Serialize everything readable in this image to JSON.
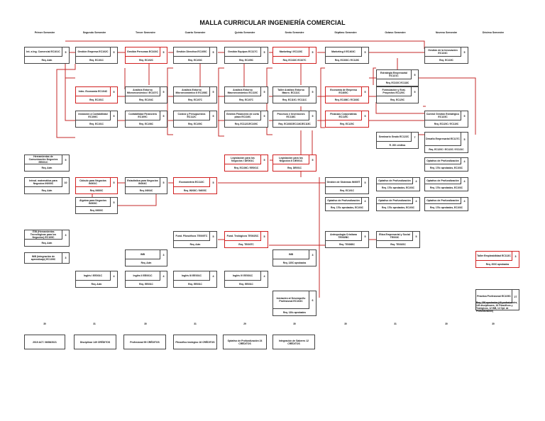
{
  "title": "MALLA CURRICULAR INGENIERÍA COMERCIAL",
  "semesters": [
    "Primer Semestre",
    "Segundo Semestre",
    "Tercer Semestre",
    "Cuarto Semestre",
    "Quinto Semestre",
    "Sexto Semestre",
    "Séptimo Semestre",
    "Octavo Semestre",
    "Noveno Semestre",
    "Décimo Semestre"
  ],
  "courses": [
    {
      "name": "Int. a Ing. Comercial EC101C",
      "credits": "5",
      "req": "Req. Adm",
      "red": false
    },
    {
      "name": "Gestión Empresa EC102C",
      "credits": "5",
      "req": "Req. EC101C",
      "red": false
    },
    {
      "name": "Gestión Personas EC103C",
      "credits": "5",
      "req": "Req. EC102C",
      "red": true
    },
    {
      "name": "Gestión Directiva EC105C",
      "credits": "5",
      "req": "Req. EC103C",
      "red": false
    },
    {
      "name": "Gestión Equipos EC117C",
      "credits": "5",
      "req": "Req. EC105C",
      "red": false
    },
    {
      "name": "Marketing I EC115C",
      "credits": "5",
      "req": "Req. EC102C EC107C",
      "red": true
    },
    {
      "name": "Marketing II EC403C",
      "credits": "5",
      "req": "Req. EC303C / EC115C",
      "red": false
    },
    {
      "name": "Gestión de la Innovación EC124C",
      "credits": "5",
      "req": "Req. EC119C",
      "red": false
    },
    {
      "name": "Estrategia Empresarial EC121C",
      "credits": "5",
      "req": "Req. EC102C EC118C",
      "red": false
    },
    {
      "name": "Intro. Economía EC104C",
      "credits": "5",
      "req": "Req. EC101C",
      "red": true
    },
    {
      "name": "Análisis Entorno Microeconómico I EC107C",
      "credits": "5",
      "req": "Req. EC104C",
      "red": false
    },
    {
      "name": "Análisis Entorno Microeconómico II EC108C",
      "credits": "5",
      "req": "Req. EC107C",
      "red": false
    },
    {
      "name": "Análisis Entorno Macroeconómico EC110C",
      "credits": "5",
      "req": "Req. EC107C",
      "red": false
    },
    {
      "name": "Taller Análisis Entorno Macro. EC111C",
      "credits": "5",
      "req": "Req. EC110C / EC111C",
      "red": false
    },
    {
      "name": "Economía de Empresa EC405C",
      "credits": "5",
      "req": "Req. EC406C / EC108C",
      "red": true
    },
    {
      "name": "Formulación y Eval. Proyectos EC120C",
      "credits": "5",
      "req": "Req. EC120C",
      "red": false
    },
    {
      "name": "Iniciación a Contabilidad EC106C",
      "credits": "5",
      "req": "Req. EC101C",
      "red": false
    },
    {
      "name": "Contabilidad Financiera EC109C",
      "credits": "5",
      "req": "Req. EC106C",
      "red": false
    },
    {
      "name": "Costos y Presupuestos EC112C",
      "credits": "5",
      "req": "Req. EC109C",
      "red": false
    },
    {
      "name": "Gestión Financiera de corto plazo EC116C",
      "credits": "5",
      "req": "Req. EC112C/EC109C",
      "red": false
    },
    {
      "name": "Procesos e Inversiones EC118C",
      "credits": "5",
      "req": "Req. EC108C/EC116C/EC115C",
      "red": false
    },
    {
      "name": "Finanzas Corporativas EC119C",
      "credits": "5",
      "req": "Req. EC120C",
      "red": true
    },
    {
      "name": "Control Gestión Estratégico EC123C",
      "credits": "5",
      "req": "Req. EC120C / EC119C",
      "red": false
    },
    {
      "name": "Seminario Grado EC122C",
      "credits": "7",
      "req": "R. 200 créditos",
      "red": false
    },
    {
      "name": "Desafío Empresarial EC127C",
      "credits": "5",
      "req": "Req. EC120C / EC122C / EC121C",
      "red": false
    },
    {
      "name": "Herramientas de Comunicación Negocios EE001C",
      "credits": "5",
      "req": "Req. Adm",
      "red": false
    },
    {
      "name": "Legislación para los Negocios I DE001C",
      "credits": "5",
      "req": "Req. EC106C / EE001C",
      "red": true
    },
    {
      "name": "Legislación para los Negocios II DE001C",
      "credits": "5",
      "req": "Req. DE001C",
      "red": true
    },
    {
      "name": "Optativo de Profundización",
      "credits": "4",
      "req": "Req. 170c aprobados, EC103C",
      "red": false
    },
    {
      "name": "Introd. matemática para Negocios IN000C",
      "credits": "10",
      "req": "Req. Adm",
      "red": false
    },
    {
      "name": "Cálculo para Negocios IN001C",
      "credits": "5",
      "req": "Req. IN000C",
      "red": true
    },
    {
      "name": "Estadística para Negocios IN004C",
      "credits": "5",
      "req": "Req. IN004C",
      "red": false
    },
    {
      "name": "Econometría EC113C",
      "credits": "5",
      "req": "Req. IN003C / IN005C",
      "red": true
    },
    {
      "name": "Gestión de Sistemas IN005T",
      "credits": "5",
      "req": "Req. EC101C",
      "red": false
    },
    {
      "name": "Optativo de Profundización",
      "credits": "4",
      "req": "Req. 170c aprobados, EC103C",
      "red": false
    },
    {
      "name": "Optativo de Profundización",
      "credits": "4",
      "req": "Req. 170c aprobados, EC103C",
      "red": false
    },
    {
      "name": "Álgebra para Negocios IN003C",
      "credits": "5",
      "req": "Req. IN000C",
      "red": false
    },
    {
      "name": "Optativo de Profundización",
      "credits": "4",
      "req": "Req. 170c aprobados, EC103C",
      "red": false
    },
    {
      "name": "Optativo de Profundización",
      "credits": "4",
      "req": "Req. 170c aprobados, EC103C",
      "red": false
    },
    {
      "name": "Optativo de Profundización",
      "credits": "4",
      "req": "Req. 170c aprobados, EC103C",
      "red": false
    },
    {
      "name": "ITIB (Herramientas Tecnológicas para los Negocios) EC109C",
      "credits": "3",
      "req": "Req. Adm",
      "red": false
    },
    {
      "name": "Fund. Filosóficos TE000TC",
      "credits": "5",
      "req": "Req. Adm",
      "red": false
    },
    {
      "name": "Fund. Teológicos TE002SC",
      "credits": "5",
      "req": "Req. TE000TC",
      "red": true
    },
    {
      "name": "Antropología Cristiana TE002BC",
      "credits": "5",
      "req": "Req. TE000BC",
      "red": false
    },
    {
      "name": "Ética Empresarial y Social TE003C",
      "credits": "5",
      "req": "Req. TE002SC",
      "red": false
    },
    {
      "name": "INB (integración de aprendizaje) EC109C",
      "credits": "3",
      "req": "",
      "red": false
    },
    {
      "name": "INB",
      "credits": "3",
      "req": "Req. Adm",
      "red": false
    },
    {
      "name": "INB",
      "credits": "3",
      "req": "Req. 135C aprobados",
      "red": false
    },
    {
      "name": "Taller Empleabilidad EC113C",
      "credits": "3",
      "req": "Req. 200C aprobados",
      "red": true
    },
    {
      "name": "Inglés I EE001C",
      "credits": "4",
      "req": "Req. Adm",
      "red": false
    },
    {
      "name": "Inglés II EE001C",
      "credits": "4",
      "req": "Req. EE001C",
      "red": false
    },
    {
      "name": "Inglés III EE001C",
      "credits": "4",
      "req": "Req. EE001C",
      "red": false
    },
    {
      "name": "Inglés IV EE001C",
      "credits": "4",
      "req": "Req. EE001C",
      "red": false
    },
    {
      "name": "Iniciación al Desempeño Profesional EC103C",
      "credits": "6",
      "req": "Req. 130c aprobados",
      "red": false
    },
    {
      "name": "Práctica Profesional EC109C",
      "credits": "27",
      "req": "Req. 258 aprobados (49 profesionales, 149 disciplinares, 16 Filosóficos y Teológicos, 12 INB, 12 Opt. de Profundización)",
      "red": false
    }
  ],
  "semester_credits": [
    "30",
    "31",
    "30",
    "31",
    "29",
    "30",
    "30",
    "31",
    "30",
    "30"
  ],
  "summary": [
    "2019 ACT. 06/08/2021",
    "Disciplinar 149 CRÉDITOS",
    "Profesional 99 CRÉDITOS",
    "Filosófico teológico 16 CRÉDITOS",
    "Optativo de Profundización 24 CRÉDITOS",
    "Integración de Saberes 12 CRÉDITOS"
  ]
}
